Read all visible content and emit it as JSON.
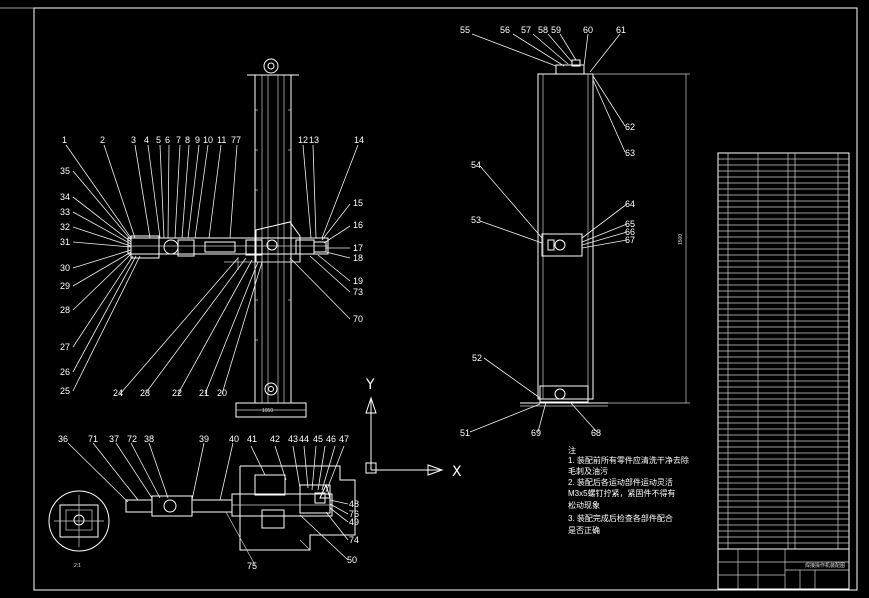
{
  "axes": {
    "y": "Y",
    "x": "X"
  },
  "labels": {
    "top_view": [
      "1",
      "2",
      "3",
      "4",
      "5",
      "6",
      "7",
      "8",
      "9",
      "10",
      "11",
      "77",
      "12",
      "13",
      "14",
      "15",
      "16",
      "17",
      "18",
      "19",
      "73",
      "70",
      "35",
      "34",
      "33",
      "32",
      "31",
      "30",
      "29",
      "28",
      "27",
      "26",
      "25",
      "24",
      "23",
      "22",
      "21",
      "20"
    ],
    "side_view": [
      "55",
      "56",
      "57",
      "58",
      "59",
      "60",
      "61",
      "62",
      "63",
      "54",
      "53",
      "64",
      "65",
      "66",
      "67",
      "52",
      "51",
      "69",
      "68"
    ],
    "bottom_view": [
      "36",
      "71",
      "37",
      "72",
      "38",
      "39",
      "40",
      "41",
      "42",
      "43",
      "44",
      "45",
      "46",
      "47",
      "48",
      "76",
      "49",
      "74",
      "75",
      "50"
    ]
  },
  "notes": [
    "注",
    "1. 装配前所有零件应清洗干净去除",
    "毛刺及油污",
    "2. 装配后各运动部件运动灵活",
    "M3x5螺钉拧紧，紧固件不得有",
    "松动现象",
    "3. 装配完成后检查各部件配合",
    "是否正确"
  ],
  "detail_label": "2:1",
  "title_block": {
    "drawing_title": "焊接操作机装配图"
  }
}
